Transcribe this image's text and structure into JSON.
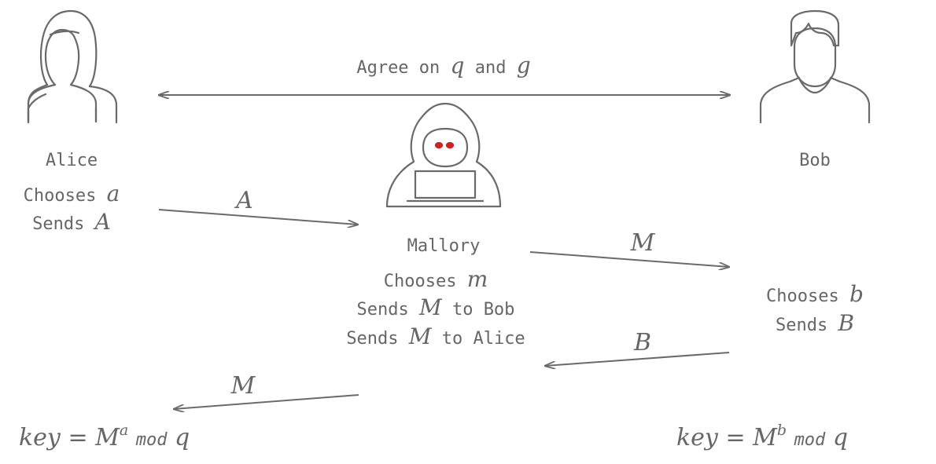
{
  "participants": {
    "alice": {
      "name": "Alice",
      "choose_word": "Chooses",
      "choose_var": "a",
      "send_word": "Sends",
      "send_var": "A"
    },
    "bob": {
      "name": "Bob",
      "choose_word": "Chooses",
      "choose_var": "b",
      "send_word": "Sends",
      "send_var": "B"
    },
    "mallory": {
      "name": "Mallory",
      "choose_word": "Chooses",
      "choose_var": "m",
      "send_word": "Sends",
      "send_to_bob_var": "M",
      "send_to_bob_target": "to Bob",
      "send_to_alice_var": "M",
      "send_to_alice_target": "to Alice"
    }
  },
  "agreement": {
    "word1": "Agree on",
    "var1": "q",
    "word2": "and",
    "var2": "g"
  },
  "messages": {
    "alice_to_mallory": "A",
    "mallory_to_bob": "M",
    "bob_to_mallory": "B",
    "mallory_to_alice": "M"
  },
  "keys": {
    "alice": {
      "lhs": "key",
      "eq": "=",
      "base": "M",
      "exp": "a",
      "mod": "mod",
      "modulus": "q"
    },
    "bob": {
      "lhs": "key",
      "eq": "=",
      "base": "M",
      "exp": "b",
      "mod": "mod",
      "modulus": "q"
    }
  },
  "colors": {
    "ink": "#666666",
    "mallory_eyes": "#cc2222"
  },
  "icons": {
    "alice": "woman-avatar-icon",
    "bob": "man-avatar-icon",
    "mallory": "hooded-hacker-icon"
  }
}
